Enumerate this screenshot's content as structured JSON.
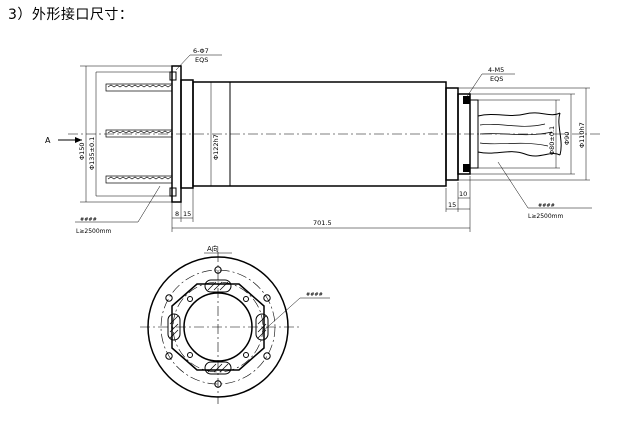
{
  "heading": "3）外形接口尺寸：",
  "labels": {
    "flange_holes": "6-Φ7",
    "flange_holes_eqs": "EQS",
    "rotor_holes": "4-M5",
    "rotor_holes_eqs": "EQS",
    "arrow_a": "A",
    "view_a": "A向",
    "dia_150": "Φ150",
    "dia_135": "Φ135±0.1",
    "dia_122": "Φ122h7",
    "dia_80": "Φ80±0.1",
    "dia_90": "Φ90",
    "dia_110": "Φ110h7",
    "len_8": "8",
    "len_15": "15",
    "len_701": "701.5",
    "len_10": "10",
    "len_15b": "15",
    "cable_left": "L≥2500mm",
    "cable_right": "L≥2500mm",
    "cable_left_note": "####",
    "cable_right_note": "####",
    "view_note": "####"
  }
}
